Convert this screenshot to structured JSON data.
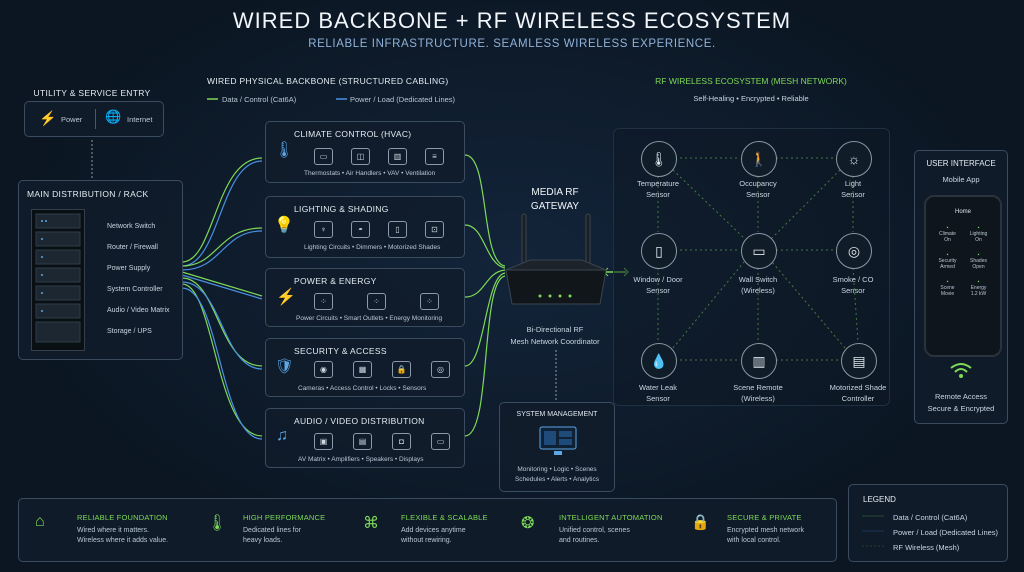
{
  "header": {
    "title": "WIRED BACKBONE  +  RF WIRELESS ECOSYSTEM",
    "subtitle": "RELIABLE INFRASTRUCTURE. SEAMLESS WIRELESS EXPERIENCE."
  },
  "utility": {
    "title": "UTILITY & SERVICE ENTRY",
    "power": "Power",
    "internet": "Internet"
  },
  "rack": {
    "title": "MAIN DISTRIBUTION / RACK",
    "items": [
      "Network Switch",
      "Router / Firewall",
      "Power Supply",
      "System Controller",
      "Audio / Video Matrix",
      "Storage / UPS"
    ]
  },
  "wired": {
    "title": "WIRED PHYSICAL BACKBONE (STRUCTURED CABLING)",
    "legend_data": "Data / Control (Cat6A)",
    "legend_power": "Power / Load (Dedicated Lines)"
  },
  "systems": [
    {
      "title": "CLIMATE CONTROL (HVAC)",
      "caption": "Thermostats  •  Air Handlers  •  VAV  •  Ventilation"
    },
    {
      "title": "LIGHTING & SHADING",
      "caption": "Lighting Circuits  •  Dimmers  •  Motorized Shades"
    },
    {
      "title": "POWER & ENERGY",
      "caption": "Power Circuits  •  Smart Outlets  •  Energy Monitoring"
    },
    {
      "title": "SECURITY & ACCESS",
      "caption": "Cameras  •  Access Control  •  Locks  •  Sensors"
    },
    {
      "title": "AUDIO / VIDEO DISTRIBUTION",
      "caption": "AV Matrix  •  Amplifiers  •  Speakers  •  Displays"
    }
  ],
  "gateway": {
    "title_1": "MEDIA RF",
    "title_2": "GATEWAY",
    "desc_1": "Bi-Directional RF",
    "desc_2": "Mesh Network Coordinator"
  },
  "management": {
    "title": "SYSTEM MANAGEMENT",
    "line_1": "Monitoring  •  Logic  •  Scenes",
    "line_2": "Schedules  •  Alerts  •  Analytics"
  },
  "rf": {
    "title": "RF WIRELESS ECOSYSTEM (MESH NETWORK)",
    "subtitle": "Self-Healing  •  Encrypted  •  Reliable",
    "nodes": [
      {
        "l1": "Temperature",
        "l2": "Sensor",
        "icon": "thermometer-icon"
      },
      {
        "l1": "Occupancy",
        "l2": "Sensor",
        "icon": "person-icon"
      },
      {
        "l1": "Light",
        "l2": "Sensor",
        "icon": "sun-icon"
      },
      {
        "l1": "Window / Door",
        "l2": "Sensor",
        "icon": "door-icon"
      },
      {
        "l1": "Wall Switch",
        "l2": "(Wireless)",
        "icon": "switch-icon"
      },
      {
        "l1": "Smoke / CO",
        "l2": "Sensor",
        "icon": "smoke-detector-icon"
      },
      {
        "l1": "Water Leak",
        "l2": "Sensor",
        "icon": "droplet-icon"
      },
      {
        "l1": "Scene Remote",
        "l2": "(Wireless)",
        "icon": "remote-icon"
      },
      {
        "l1": "Motorized Shade",
        "l2": "Controller",
        "icon": "shade-icon"
      }
    ]
  },
  "ui": {
    "title": "USER INTERFACE",
    "subtitle": "Mobile App",
    "phone_title": "Home",
    "tiles": [
      [
        "Climate",
        "On"
      ],
      [
        "Lighting",
        "On"
      ],
      [
        "Security",
        "Armed"
      ],
      [
        "Shades",
        "Open"
      ],
      [
        "Scene",
        "Movie"
      ],
      [
        "Energy",
        "1.2 kW"
      ]
    ],
    "remote_1": "Remote Access",
    "remote_2": "Secure & Encrypted"
  },
  "features": [
    {
      "title": "RELIABLE FOUNDATION",
      "d1": "Wired where it matters.",
      "d2": "Wireless where it adds value."
    },
    {
      "title": "HIGH PERFORMANCE",
      "d1": "Dedicated lines for",
      "d2": "heavy loads."
    },
    {
      "title": "FLEXIBLE & SCALABLE",
      "d1": "Add devices anytime",
      "d2": "without rewiring."
    },
    {
      "title": "INTELLIGENT AUTOMATION",
      "d1": "Unified control, scenes",
      "d2": "and routines."
    },
    {
      "title": "SECURE & PRIVATE",
      "d1": "Encrypted mesh network",
      "d2": "with local control."
    }
  ],
  "legend": {
    "title": "LEGEND",
    "data": "Data / Control (Cat6A)",
    "power": "Power / Load (Dedicated Lines)",
    "rf": "RF Wireless (Mesh)"
  },
  "colors": {
    "green": "#7ed957",
    "blue": "#4a90e2",
    "accent": "#8fb2d8"
  }
}
